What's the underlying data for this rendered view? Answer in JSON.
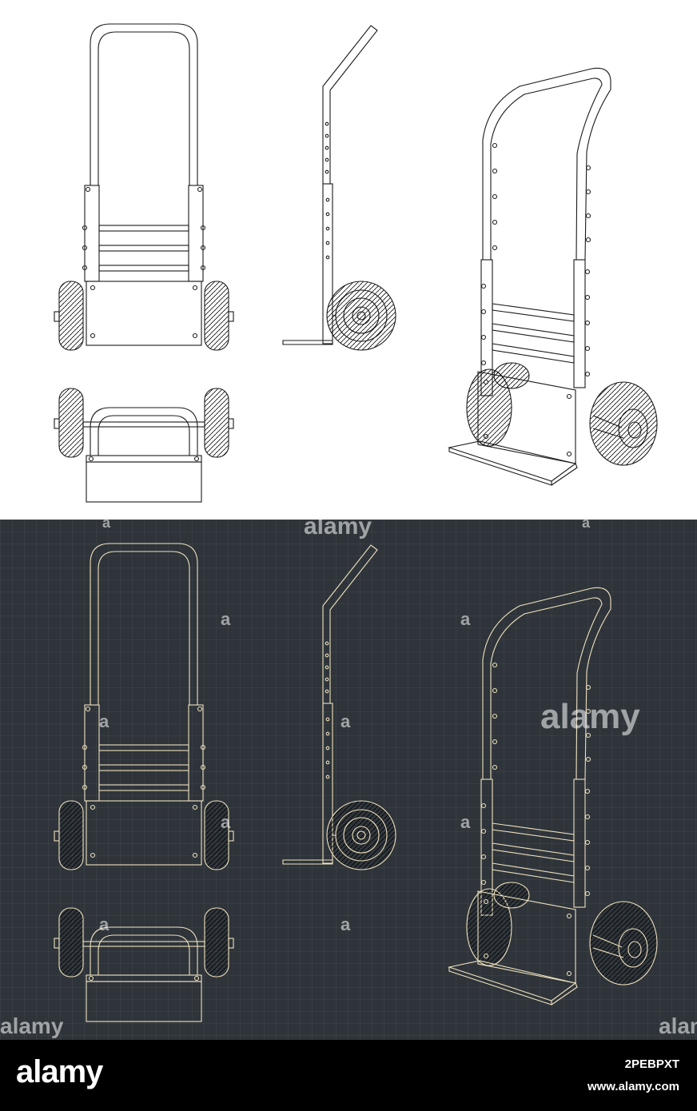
{
  "watermark": {
    "brand": "alamy",
    "small_mark": "a"
  },
  "footer": {
    "logo": "alamy",
    "image_id": "2PEBPXT",
    "url": "www.alamy.com"
  },
  "colors": {
    "light_bg": "#ffffff",
    "light_line": "#1a1a1a",
    "dark_bg": "#2e3439",
    "dark_line": "#efe2c0",
    "footer_bg": "#000000",
    "footer_text": "#ffffff"
  }
}
